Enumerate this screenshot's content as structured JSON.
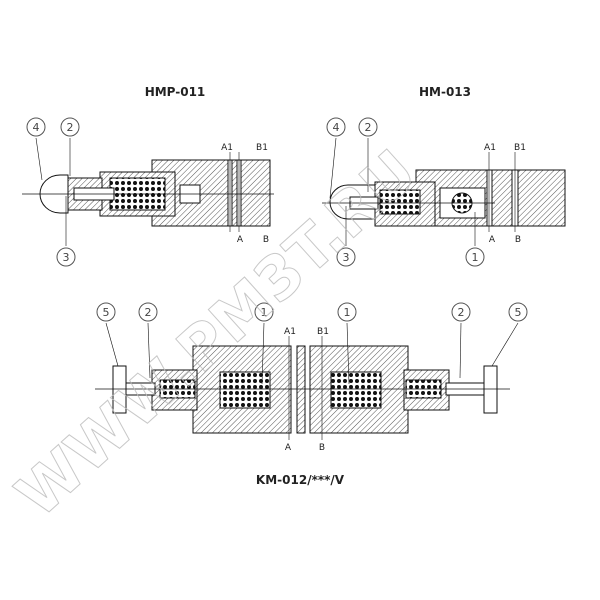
{
  "drawings": [
    {
      "title": "HMP-011",
      "ports": [
        "A1",
        "B1",
        "A",
        "B"
      ],
      "callouts": [
        "4",
        "2",
        "3"
      ]
    },
    {
      "title": "HM-013",
      "ports": [
        "A1",
        "B1",
        "A",
        "B"
      ],
      "callouts": [
        "4",
        "2",
        "3",
        "1"
      ]
    },
    {
      "title": "KM-012/***/V",
      "ports": [
        "A1",
        "B1",
        "A",
        "B"
      ],
      "callouts": [
        "5",
        "2",
        "1",
        "1",
        "2",
        "5"
      ]
    }
  ],
  "watermark": "WWW.PM3T.RU"
}
